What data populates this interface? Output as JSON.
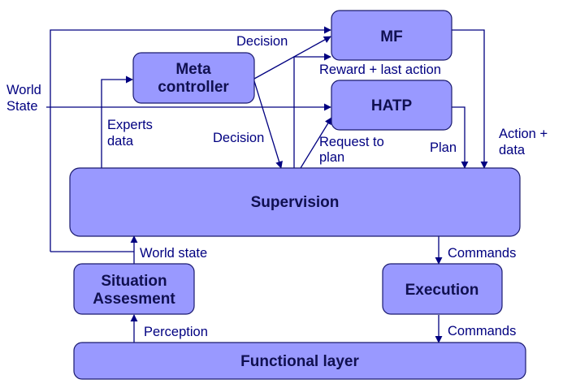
{
  "boxes": {
    "mf": "MF",
    "hatp": "HATP",
    "meta_controller": [
      "Meta",
      "controller"
    ],
    "supervision": "Supervision",
    "situation_assessment": [
      "Situation",
      "Assesment"
    ],
    "execution": "Execution",
    "functional_layer": "Functional layer"
  },
  "labels": {
    "world_state_input": [
      "World",
      "State"
    ],
    "decision_top": "Decision",
    "reward_last_action": "Reward + last action",
    "experts_data": [
      "Experts",
      "data"
    ],
    "decision_mid": "Decision",
    "request_to_plan": [
      "Request to",
      "plan"
    ],
    "plan": "Plan",
    "action_data": [
      "Action +",
      "data"
    ],
    "world_state_feedback": "World state",
    "commands_upper": "Commands",
    "commands_lower": "Commands",
    "perception": "Perception"
  },
  "colors": {
    "box_fill": "#9999ff",
    "box_stroke": "#1a1a6e",
    "arrow": "#000080"
  }
}
